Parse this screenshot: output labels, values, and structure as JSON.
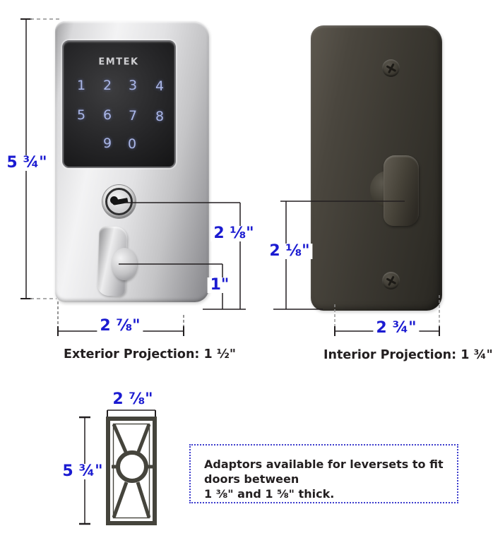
{
  "exterior": {
    "brand": "EMTEK",
    "keypad": [
      [
        "1",
        "2",
        "3",
        "4"
      ],
      [
        "5",
        "6",
        "7",
        "8"
      ],
      [
        "9",
        "0"
      ]
    ],
    "dims": {
      "height": "5 ¾\"",
      "width": "2 ⅞\"",
      "cylinder_to_bottom": "2 ⅛\"",
      "turn_to_bottom": "1\""
    },
    "projection": "Exterior Projection: 1 ½\""
  },
  "interior": {
    "dims": {
      "turn_to_bottom": "2 ⅛\"",
      "width": "2 ¾\""
    },
    "projection": "Interior Projection: 1 ¾\""
  },
  "plate": {
    "dims": {
      "width": "2 ⅞\"",
      "height": "5 ¾\""
    }
  },
  "note": {
    "line1": "Adaptors available for leversets to fit doors between",
    "line2": "1 ⅜\" and 1 ⅝\" thick."
  },
  "colors": {
    "dimension_blue": "#1b1bd1",
    "ink_black": "#231f20",
    "note_border_blue": "#3c3ccd",
    "exterior_finish_chrome": "#d9d9db",
    "interior_finish_bronze": "#3c3932",
    "keypad_digit_glow": "#aab6e6"
  }
}
